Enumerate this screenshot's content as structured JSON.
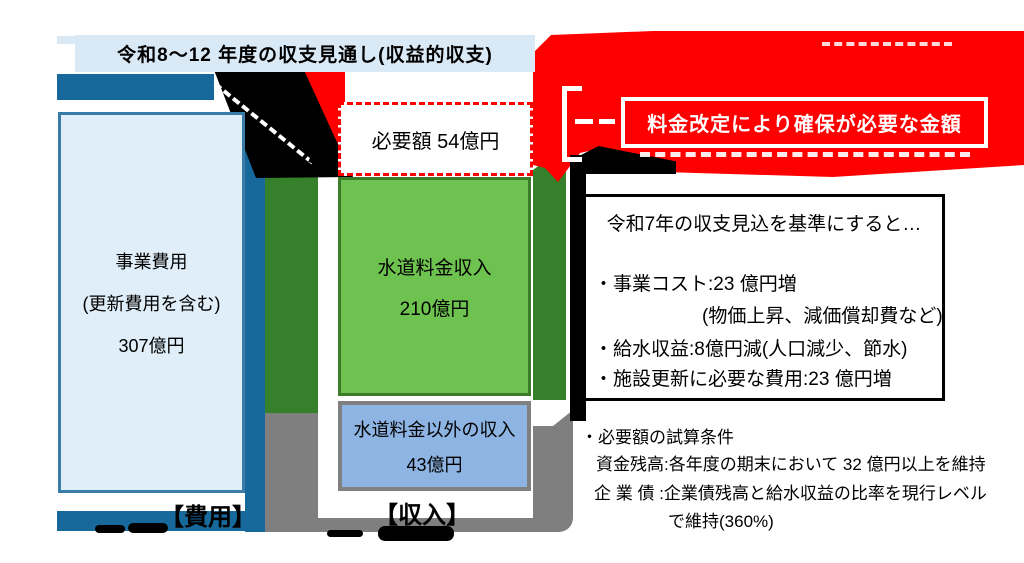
{
  "slide_title": "令和8〜12 年度の収支見通し(収益的収支)",
  "figure": {
    "expense_bar": {
      "name": "事業費用",
      "note": "(更新費用を含む)",
      "amount": "307億円"
    },
    "expense_axis_label": "【費用】",
    "income_axis_label": "【収入】",
    "needed_box": {
      "label": "必要額 54億円"
    },
    "water_revenue": {
      "name": "水道料金収入",
      "amount": "210億円"
    },
    "other_revenue": {
      "name": "水道料金以外の収入",
      "amount": "43億円"
    }
  },
  "callout": {
    "text": "料金改定により確保が必要な金額"
  },
  "info_box": {
    "heading": "令和7年の収支見込を基準にすると…",
    "bullets": [
      "・事業コスト:23 億円増",
      "(物価上昇、減価償却費など)",
      "・給水収益:8億円減(人口減少、節水)",
      "・施設更新に必要な費用:23 億円増"
    ]
  },
  "notes": {
    "heading": "・必要額の試算条件",
    "lines": [
      "資金残高:各年度の期末において 32 億円以上を維持",
      "企 業 債 :企業債残高と給水収益の比率を現行レベル",
      "で維持(360%)"
    ]
  },
  "colors": {
    "teal_panel": "#17689B",
    "title_fill": "#D9E9F6",
    "expense_fill": "#DFEEF8",
    "water_revenue_fill": "#6EC24F",
    "dark_green_shadow": "#36802B",
    "other_revenue_fill": "#8DB4E2",
    "gray_shadow": "#7F7F7F",
    "callout_red": "#FE0000"
  },
  "chart_data": {
    "type": "bar",
    "stacked": true,
    "title": "令和8〜12年度の収支見通し(収益的収支)",
    "unit": "億円",
    "categories": [
      "費用",
      "収入"
    ],
    "series": [
      {
        "name": "事業費用(更新費用を含む)",
        "values": [
          307,
          null
        ]
      },
      {
        "name": "水道料金以外の収入",
        "values": [
          null,
          43
        ]
      },
      {
        "name": "水道料金収入",
        "values": [
          null,
          210
        ]
      },
      {
        "name": "必要額(料金改定により確保が必要な金額)",
        "values": [
          null,
          54
        ]
      }
    ],
    "annotations": [
      "料金改定により確保が必要な金額",
      "令和7年の収支見込を基準にすると…",
      "・事業コスト:23 億円増(物価上昇、減価償却費など)",
      "・給水収益:8億円減(人口減少、節水)",
      "・施設更新に必要な費用:23 億円増",
      "・必要額の試算条件 資金残高:各年度の期末において 32 億円以上を維持 企業債:企業債残高と給水収益の比率を現行レベルで維持(360%)"
    ],
    "legend_position": "none",
    "grid": false
  }
}
